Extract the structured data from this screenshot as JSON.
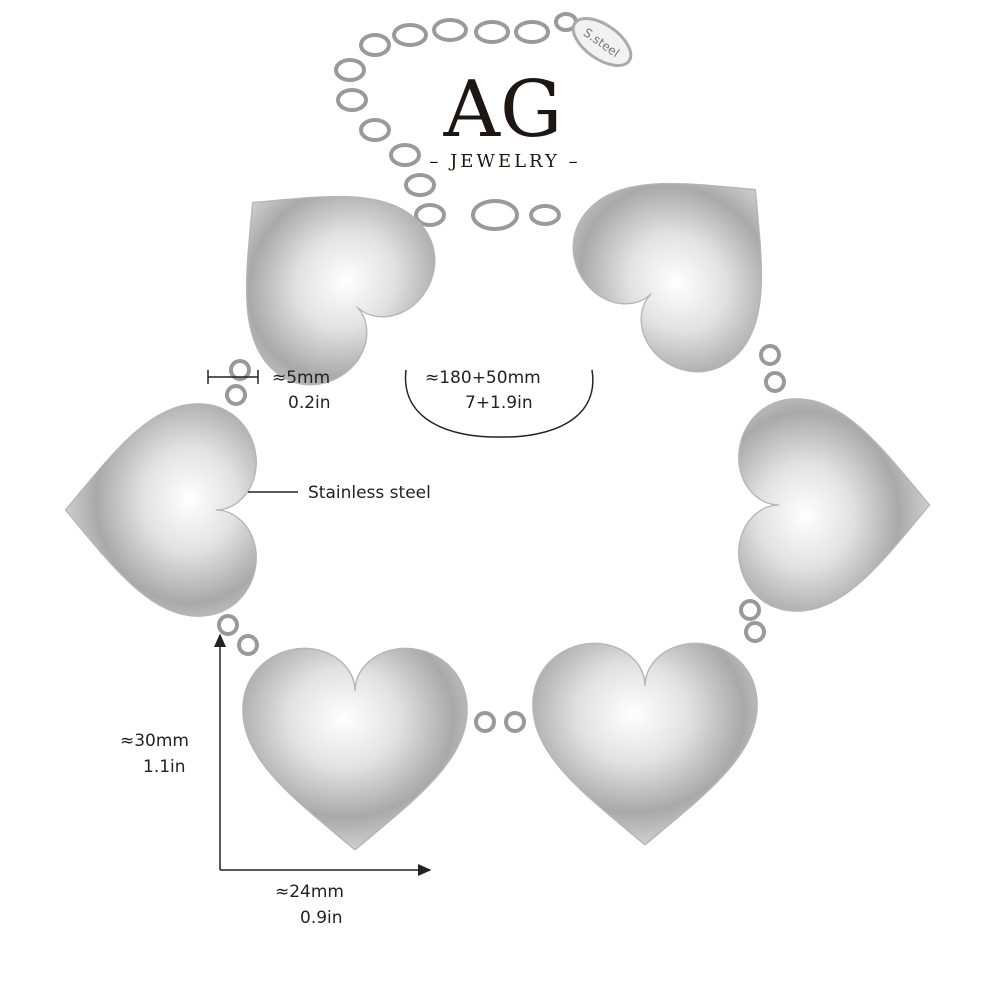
{
  "brand": {
    "logo": "AG",
    "tagline": "– JEWELRY –"
  },
  "tag_text": "S.steel",
  "dimensions": {
    "link_width": {
      "metric": "≈5mm",
      "imperial": "0.2in"
    },
    "length": {
      "metric": "≈180+50mm",
      "imperial": "7+1.9in"
    },
    "heart_height": {
      "metric": "≈30mm",
      "imperial": "1.1in"
    },
    "heart_width": {
      "metric": "≈24mm",
      "imperial": "0.9in"
    }
  },
  "material_label": "Stainless steel",
  "colors": {
    "metal": "#c8c8c8",
    "text": "#222222",
    "logo": "#1e1612"
  }
}
